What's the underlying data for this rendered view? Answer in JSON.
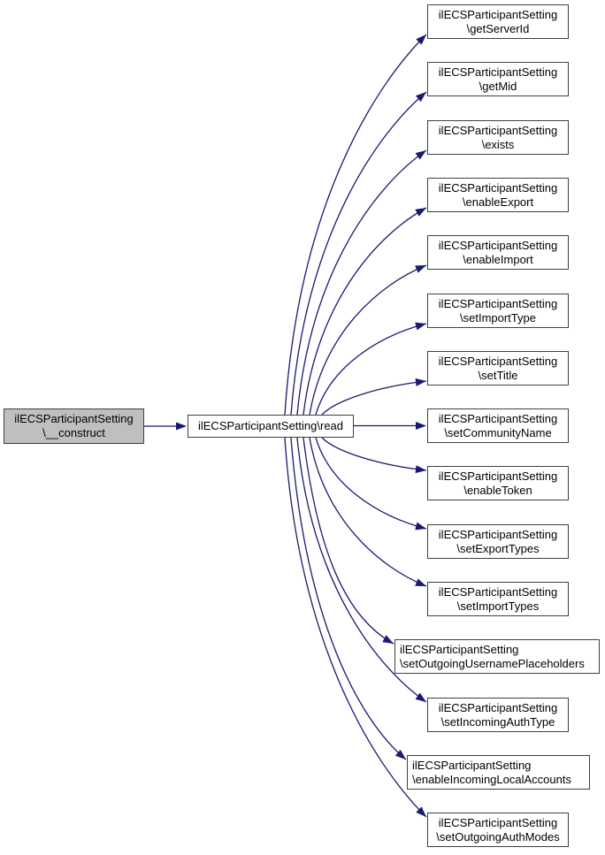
{
  "diagram": {
    "type": "call-graph",
    "background": "#ffffff",
    "edge_color": "#191970",
    "node_border_color": "#404040",
    "text_color": "#000000",
    "source_node": {
      "id": "construct",
      "lines": [
        "ilECSParticipantSetting",
        "\\__construct"
      ],
      "fill": "#bfbfbf"
    },
    "hub_node": {
      "id": "read",
      "label": "ilECSParticipantSetting\\read",
      "fill": "#ffffff"
    },
    "called_methods": [
      {
        "class": "ilECSParticipantSetting",
        "method": "\\getServerId"
      },
      {
        "class": "ilECSParticipantSetting",
        "method": "\\getMid"
      },
      {
        "class": "ilECSParticipantSetting",
        "method": "\\exists"
      },
      {
        "class": "ilECSParticipantSetting",
        "method": "\\enableExport"
      },
      {
        "class": "ilECSParticipantSetting",
        "method": "\\enableImport"
      },
      {
        "class": "ilECSParticipantSetting",
        "method": "\\setImportType"
      },
      {
        "class": "ilECSParticipantSetting",
        "method": "\\setTitle"
      },
      {
        "class": "ilECSParticipantSetting",
        "method": "\\setCommunityName"
      },
      {
        "class": "ilECSParticipantSetting",
        "method": "\\enableToken"
      },
      {
        "class": "ilECSParticipantSetting",
        "method": "\\setExportTypes"
      },
      {
        "class": "ilECSParticipantSetting",
        "method": "\\setImportTypes"
      },
      {
        "class": "ilECSParticipantSetting",
        "method": "\\setOutgoingUsernamePlaceholders"
      },
      {
        "class": "ilECSParticipantSetting",
        "method": "\\setIncomingAuthType"
      },
      {
        "class": "ilECSParticipantSetting",
        "method": "\\enableIncomingLocalAccounts"
      },
      {
        "class": "ilECSParticipantSetting",
        "method": "\\setOutgoingAuthModes"
      }
    ],
    "edges": [
      {
        "from": "construct",
        "to": "read"
      },
      {
        "from": "read",
        "to": "getServerId"
      },
      {
        "from": "read",
        "to": "getMid"
      },
      {
        "from": "read",
        "to": "exists"
      },
      {
        "from": "read",
        "to": "enableExport"
      },
      {
        "from": "read",
        "to": "enableImport"
      },
      {
        "from": "read",
        "to": "setImportType"
      },
      {
        "from": "read",
        "to": "setTitle"
      },
      {
        "from": "read",
        "to": "setCommunityName"
      },
      {
        "from": "read",
        "to": "enableToken"
      },
      {
        "from": "read",
        "to": "setExportTypes"
      },
      {
        "from": "read",
        "to": "setImportTypes"
      },
      {
        "from": "read",
        "to": "setOutgoingUsernamePlaceholders"
      },
      {
        "from": "read",
        "to": "setIncomingAuthType"
      },
      {
        "from": "read",
        "to": "enableIncomingLocalAccounts"
      },
      {
        "from": "read",
        "to": "setOutgoingAuthModes"
      }
    ]
  }
}
